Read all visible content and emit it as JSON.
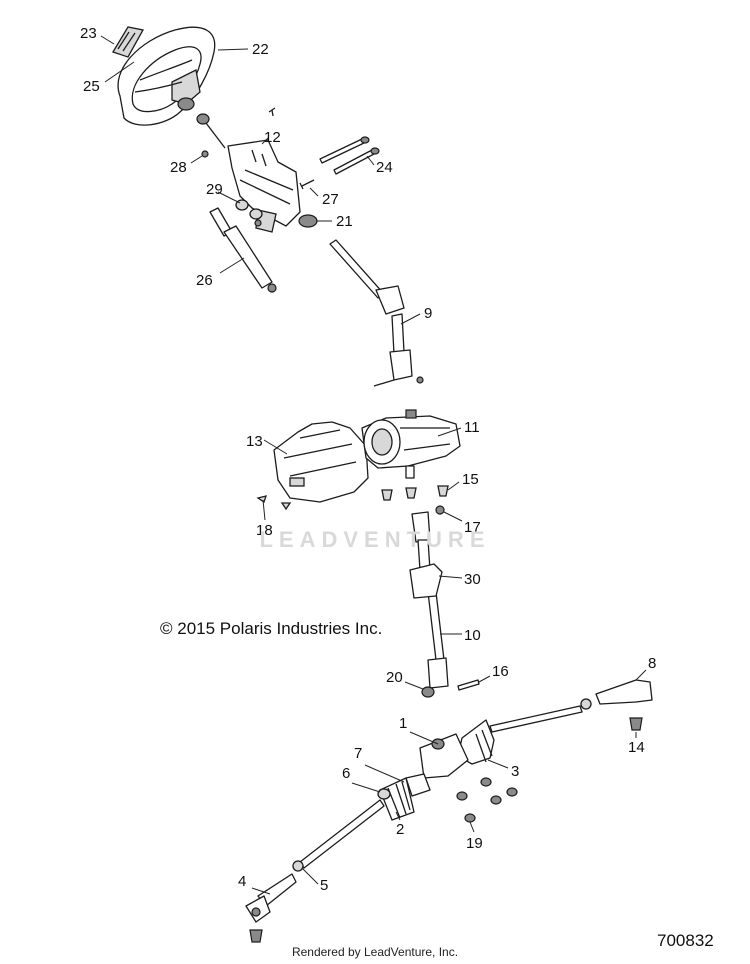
{
  "callouts": [
    "23",
    "22",
    "25",
    "12",
    "28",
    "24",
    "29",
    "27",
    "21",
    "26",
    "9",
    "13",
    "11",
    "15",
    "18",
    "17",
    "30",
    "10",
    "20",
    "16",
    "8",
    "1",
    "14",
    "7",
    "6",
    "3",
    "2",
    "19",
    "4",
    "5"
  ],
  "watermark": "LEADVENTURE",
  "copyright": "© 2015 Polaris Industries Inc.",
  "rendered_by": "Rendered by LeadVenture, Inc.",
  "diagram_id": "700832"
}
